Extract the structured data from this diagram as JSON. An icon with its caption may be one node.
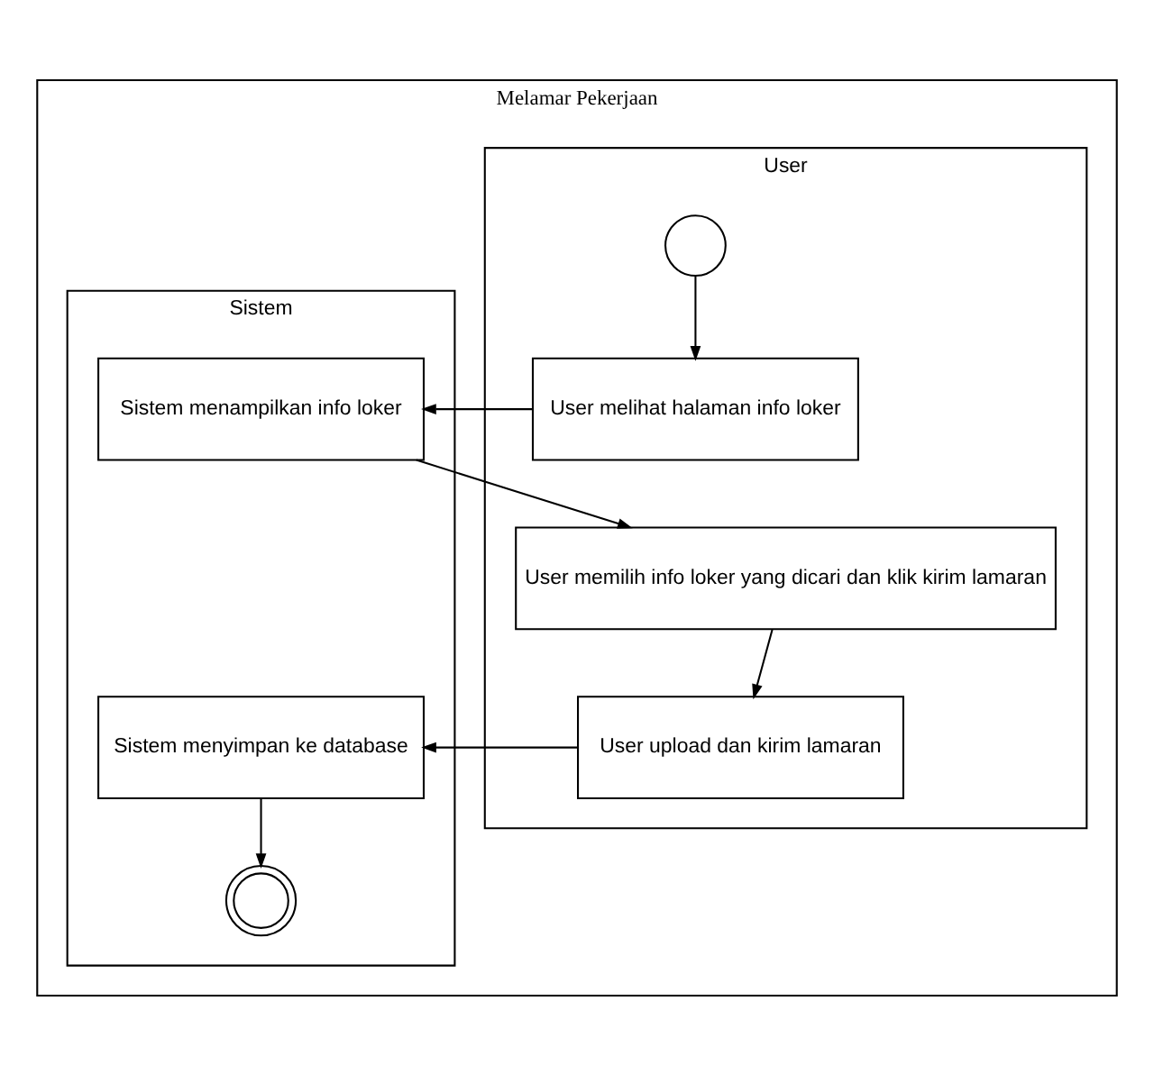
{
  "diagram": {
    "nodes": [
      {
        "text": [
          "Melamar Pekerjaan"
        ]
      },
      {
        "text": [
          "User"
        ],
        "in": 0
      },
      {
        "text": [
          "Sistem"
        ],
        "in": 0
      },
      {
        "text": [],
        "shape": "circle",
        "in": 1
      },
      {
        "text": [
          "User melihat halaman info loker"
        ],
        "in": 1
      },
      {
        "text": [
          "Sistem menampilkan info loker"
        ],
        "in": 2
      },
      {
        "text": [
          "User memilih info loker yang dicari dan klik kirim lamaran"
        ],
        "in": 1
      },
      {
        "text": [
          "User upload dan kirim lamaran"
        ],
        "in": 1
      },
      {
        "text": [
          "Sistem menyimpan ke database"
        ],
        "in": 2
      },
      {
        "text": [],
        "shape": "circle",
        "in": 2
      }
    ],
    "edges": [
      {
        "from": 3,
        "to": 4,
        "arrow": "to"
      },
      {
        "from": 4,
        "to": 5,
        "arrow": "to"
      },
      {
        "from": 5,
        "to": 6,
        "arrow": "to"
      },
      {
        "from": 6,
        "to": 7,
        "arrow": "to"
      },
      {
        "from": 7,
        "to": 8,
        "arrow": "to"
      },
      {
        "from": 8,
        "to": 9,
        "arrow": "to"
      }
    ]
  }
}
